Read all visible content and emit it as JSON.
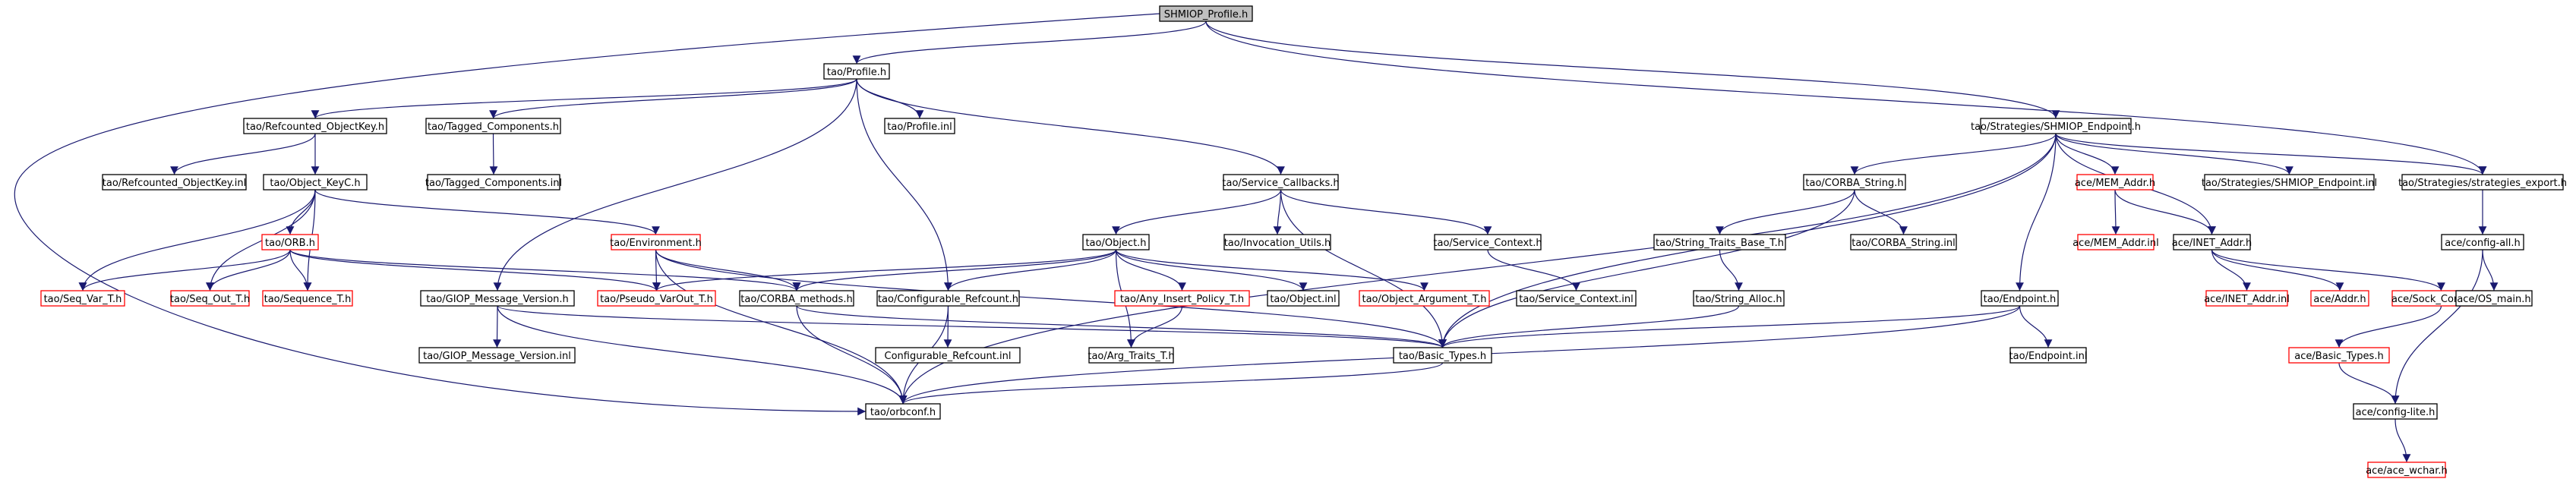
{
  "colors": {
    "edge": "#191970",
    "box_border": "#000000",
    "box_border_missing": "#ff0000",
    "root_fill": "#bfbfbf",
    "background": "#ffffff"
  },
  "nodes": [
    {
      "id": "n0",
      "label": "SHMIOP_Profile.h",
      "root": true
    },
    {
      "id": "n1",
      "label": "tao/Profile.h"
    },
    {
      "id": "n2",
      "label": "tao/Strategies/SHMIOP_Endpoint.h"
    },
    {
      "id": "n3",
      "label": "tao/Refcounted_ObjectKey.h"
    },
    {
      "id": "n4",
      "label": "tao/Tagged_Components.h"
    },
    {
      "id": "n5",
      "label": "tao/Profile.inl"
    },
    {
      "id": "n6",
      "label": "tao/Refcounted_ObjectKey.inl"
    },
    {
      "id": "n7",
      "label": "tao/Object_KeyC.h"
    },
    {
      "id": "n8",
      "label": "tao/Tagged_Components.inl"
    },
    {
      "id": "n9",
      "label": "tao/Service_Callbacks.h"
    },
    {
      "id": "n10",
      "label": "tao/CORBA_String.h"
    },
    {
      "id": "n11",
      "label": "ace/MEM_Addr.h",
      "missing": true
    },
    {
      "id": "n12",
      "label": "tao/Strategies/SHMIOP_Endpoint.inl"
    },
    {
      "id": "n13",
      "label": "tao/Strategies/strategies_export.h"
    },
    {
      "id": "n14",
      "label": "tao/ORB.h",
      "missing": true
    },
    {
      "id": "n15",
      "label": "tao/Environment.h",
      "missing": true
    },
    {
      "id": "n16",
      "label": "tao/Object.h"
    },
    {
      "id": "n17",
      "label": "tao/Invocation_Utils.h"
    },
    {
      "id": "n18",
      "label": "tao/Service_Context.h"
    },
    {
      "id": "n19",
      "label": "tao/String_Traits_Base_T.h"
    },
    {
      "id": "n20",
      "label": "tao/CORBA_String.inl"
    },
    {
      "id": "n21",
      "label": "ace/MEM_Addr.inl",
      "missing": true
    },
    {
      "id": "n22",
      "label": "ace/INET_Addr.h"
    },
    {
      "id": "n23",
      "label": "ace/config-all.h"
    },
    {
      "id": "n24",
      "label": "tao/Seq_Var_T.h",
      "missing": true
    },
    {
      "id": "n25",
      "label": "tao/Seq_Out_T.h",
      "missing": true
    },
    {
      "id": "n26",
      "label": "tao/Sequence_T.h",
      "missing": true
    },
    {
      "id": "n27",
      "label": "tao/GIOP_Message_Version.h"
    },
    {
      "id": "n28",
      "label": "tao/Pseudo_VarOut_T.h",
      "missing": true
    },
    {
      "id": "n29",
      "label": "tao/CORBA_methods.h"
    },
    {
      "id": "n30",
      "label": "tao/Configurable_Refcount.h"
    },
    {
      "id": "n31",
      "label": "tao/Any_Insert_Policy_T.h",
      "missing": true
    },
    {
      "id": "n32",
      "label": "tao/Object.inl"
    },
    {
      "id": "n33",
      "label": "tao/Object_Argument_T.h",
      "missing": true
    },
    {
      "id": "n34",
      "label": "tao/Service_Context.inl"
    },
    {
      "id": "n35",
      "label": "tao/String_Alloc.h"
    },
    {
      "id": "n36",
      "label": "tao/Endpoint.h"
    },
    {
      "id": "n37",
      "label": "ace/INET_Addr.inl",
      "missing": true
    },
    {
      "id": "n38",
      "label": "ace/Addr.h",
      "missing": true
    },
    {
      "id": "n39",
      "label": "ace/Sock_Connect.h",
      "missing": true
    },
    {
      "id": "n40",
      "label": "ace/OS_main.h"
    },
    {
      "id": "n41",
      "label": "tao/GIOP_Message_Version.inl"
    },
    {
      "id": "n42",
      "label": "Configurable_Refcount.inl"
    },
    {
      "id": "n43",
      "label": "tao/Arg_Traits_T.h"
    },
    {
      "id": "n44",
      "label": "tao/Basic_Types.h"
    },
    {
      "id": "n45",
      "label": "tao/Endpoint.inl"
    },
    {
      "id": "n46",
      "label": "ace/Basic_Types.h",
      "missing": true
    },
    {
      "id": "n47",
      "label": "tao/orbconf.h"
    },
    {
      "id": "n48",
      "label": "ace/config-lite.h"
    },
    {
      "id": "n49",
      "label": "ace/ace_wchar.h",
      "missing": true
    }
  ]
}
